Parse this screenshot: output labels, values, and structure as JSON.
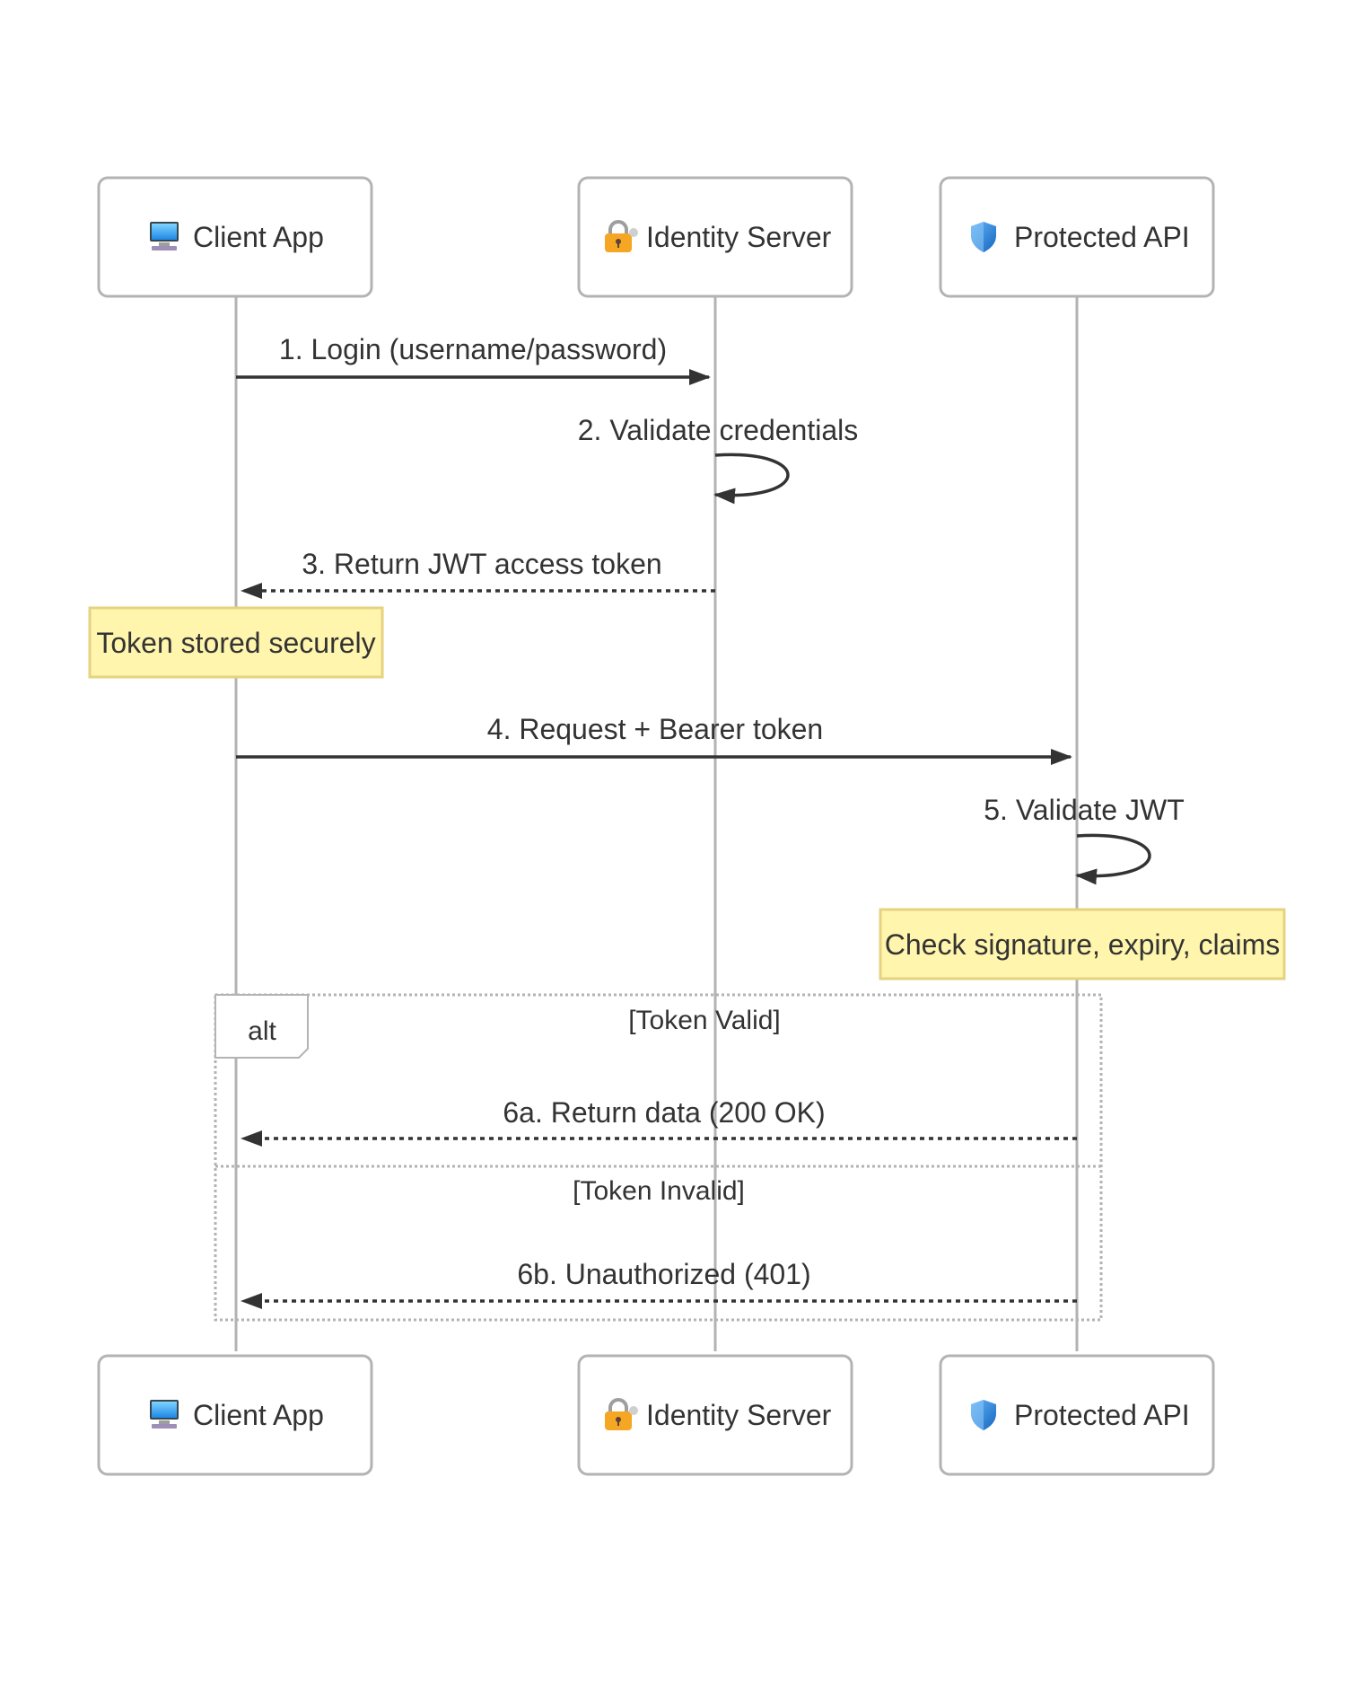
{
  "participants": [
    {
      "id": "client",
      "label": "Client App",
      "icon": "computer-icon"
    },
    {
      "id": "identity",
      "label": "Identity Server",
      "icon": "lock-key-icon"
    },
    {
      "id": "api",
      "label": "Protected API",
      "icon": "shield-icon"
    }
  ],
  "messages": [
    {
      "id": "m1",
      "label": "1. Login (username/password)",
      "from": "client",
      "to": "identity",
      "style": "solid"
    },
    {
      "id": "m2",
      "label": "2. Validate credentials",
      "from": "identity",
      "to": "identity",
      "style": "solid"
    },
    {
      "id": "m3",
      "label": "3. Return JWT access token",
      "from": "identity",
      "to": "client",
      "style": "dashed"
    },
    {
      "id": "m4",
      "label": "4. Request + Bearer token",
      "from": "client",
      "to": "api",
      "style": "solid"
    },
    {
      "id": "m5",
      "label": "5. Validate JWT",
      "from": "api",
      "to": "api",
      "style": "solid"
    },
    {
      "id": "m6a",
      "label": "6a. Return data (200 OK)",
      "from": "api",
      "to": "client",
      "style": "dashed"
    },
    {
      "id": "m6b",
      "label": "6b. Unauthorized (401)",
      "from": "api",
      "to": "client",
      "style": "dashed"
    }
  ],
  "notes": [
    {
      "id": "n1",
      "text": "Token stored securely",
      "over": "client"
    },
    {
      "id": "n2",
      "text": "Check signature, expiry, claims",
      "over": "api"
    }
  ],
  "alt_block": {
    "label": "alt",
    "conditions": [
      "[Token Valid]",
      "[Token Invalid]"
    ]
  },
  "colors": {
    "participant_border": "#b3b3b3",
    "lifeline": "#b3b3b3",
    "arrow": "#333333",
    "note_fill": "#fff5ad",
    "note_border": "#e6d280",
    "alt_border": "#b3b3b3"
  }
}
